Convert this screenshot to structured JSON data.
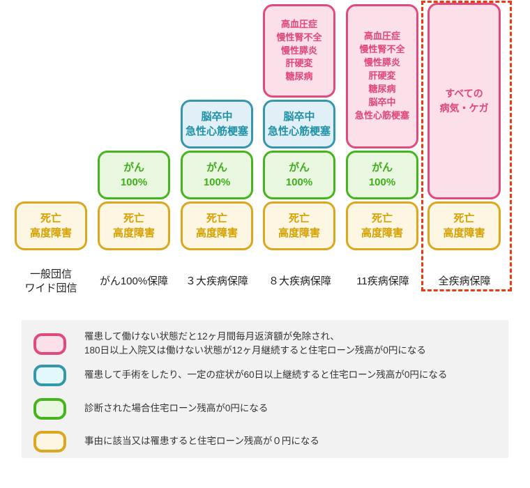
{
  "diagram": {
    "columns": [
      {
        "label": "一般団信\nワイド団信",
        "boxes": [
          {
            "kind": "yellow",
            "text": "死亡\n高度障害"
          }
        ]
      },
      {
        "label": "がん100%保障",
        "boxes": [
          {
            "kind": "green",
            "text": "がん\n100%"
          },
          {
            "kind": "yellow",
            "text": "死亡\n高度障害"
          }
        ]
      },
      {
        "label": "３大疾病保障",
        "boxes": [
          {
            "kind": "blue",
            "text": "脳卒中\n急性心筋梗塞"
          },
          {
            "kind": "green",
            "text": "がん\n100%"
          },
          {
            "kind": "yellow",
            "text": "死亡\n高度障害"
          }
        ]
      },
      {
        "label": "８大疾病保障",
        "boxes": [
          {
            "kind": "pink",
            "text": "高血圧症\n慢性腎不全\n慢性膵炎\n肝硬変\n糖尿病"
          },
          {
            "kind": "blue",
            "text": "脳卒中\n急性心筋梗塞"
          },
          {
            "kind": "green",
            "text": "がん\n100%"
          },
          {
            "kind": "yellow",
            "text": "死亡\n高度障害"
          }
        ]
      },
      {
        "label": "11疾病保障",
        "boxes": [
          {
            "kind": "pink",
            "text": "高血圧症\n慢性腎不全\n慢性膵炎\n肝硬変\n糖尿病\n脳卒中\n急性心筋梗塞"
          },
          {
            "kind": "green",
            "text": "がん\n100%"
          },
          {
            "kind": "yellow",
            "text": "死亡\n高度障害"
          }
        ]
      },
      {
        "label": "全疾病保障",
        "highlighted": true,
        "boxes": [
          {
            "kind": "pink",
            "text": "すべての\n病気・ケガ"
          },
          {
            "kind": "yellow",
            "text": "死亡\n高度障害"
          }
        ]
      }
    ]
  },
  "legend": {
    "items": [
      {
        "kind": "pink",
        "text": "罹患して働けない状態だと12ヶ月間毎月返済額が免除され、\n180日以上入院又は働けない状態が12ヶ月継続すると住宅ローン残高が0円になる"
      },
      {
        "kind": "blue",
        "text": "罹患して手術をしたり、一定の症状が60日以上継続すると住宅ローン残高が0円になる"
      },
      {
        "kind": "green",
        "text": "診断された場合住宅ローン残高が0円になる"
      },
      {
        "kind": "yellow",
        "text": "事由に該当又は罹患すると住宅ローン残高が０円になる"
      }
    ]
  },
  "colors": {
    "pink_border": "#e04a7d",
    "pink_fill": "#fbdfe9",
    "pink_text": "#e0457b",
    "blue_border": "#3597ac",
    "blue_fill": "#e0f0f6",
    "blue_swatch_fill": "#e3f8fb",
    "blue_text": "#2191a8",
    "green_border": "#46b41c",
    "green_fill": "#e9f7e1",
    "green_text": "#3eae1a",
    "yellow_border": "#dca61e",
    "yellow_fill": "#fdf6e2",
    "yellow_text": "#d5a000",
    "dashed_border": "#ee3a12",
    "legend_bg": "#f2f2f2"
  }
}
